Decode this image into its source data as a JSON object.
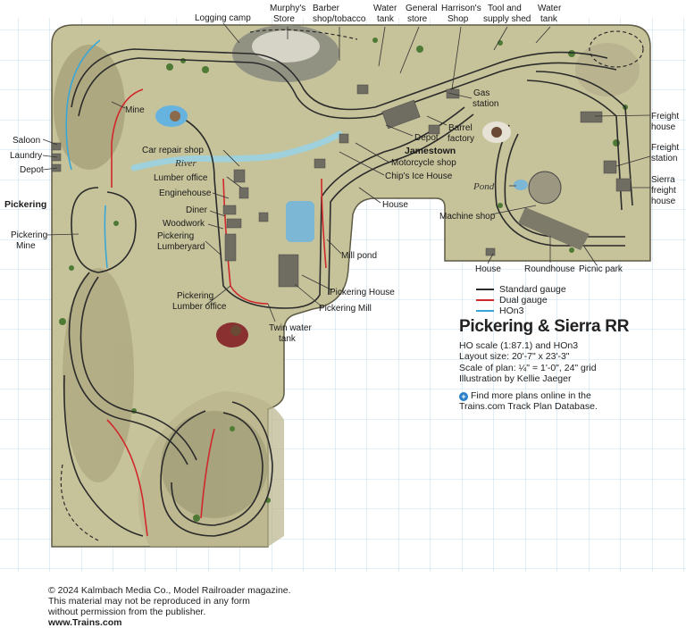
{
  "title": "Pickering & Sierra RR",
  "specs": [
    "HO scale (1:87.1) and HOn3",
    "Layout size: 20'-7\" x 23'-3\"",
    "Scale of plan: ¼\" = 1'-0\", 24\" grid",
    "Illustration by Kellie Jaeger"
  ],
  "link": {
    "text_line1": "Find more plans online in the",
    "text_line2": "Trains.com Track Plan Database."
  },
  "legend": [
    {
      "label": "Standard gauge",
      "color": "#2b2b2b"
    },
    {
      "label": "Dual gauge",
      "color": "#d0282b"
    },
    {
      "label": "HOn3",
      "color": "#39a7d6"
    }
  ],
  "copyright": {
    "line1": "© 2024 Kalmbach Media Co., Model Railroader magazine.",
    "line2": "This material may not be reproduced in any form",
    "line3": "without permission from the publisher.",
    "website": "www.Trains.com"
  },
  "labels": {
    "logging_camp": "Logging camp",
    "murphys_1": "Murphy's",
    "murphys_2": "Store",
    "barber_1": "Barber",
    "barber_2": "shop/tobacco",
    "water_tank_1a": "Water",
    "water_tank_1b": "tank",
    "general_1": "General",
    "general_2": "store",
    "harrisons_1": "Harrison's",
    "harrisons_2": "Shop",
    "tool_1": "Tool and",
    "tool_2": "supply shed",
    "water_tank_2a": "Water",
    "water_tank_2b": "tank",
    "mine": "Mine",
    "saloon": "Saloon",
    "laundry": "Laundry",
    "depot_left": "Depot",
    "pickering": "Pickering",
    "pickering_mine_1": "Pickering",
    "pickering_mine_2": "Mine",
    "car_repair": "Car repair shop",
    "river": "River",
    "lumber_office": "Lumber office",
    "enginehouse": "Enginehouse",
    "diner": "Diner",
    "woodwork": "Woodwork",
    "pickering_lumberyard_1": "Pickering",
    "pickering_lumberyard_2": "Lumberyard",
    "pickering_lumber_office_1": "Pickering",
    "pickering_lumber_office_2": "Lumber office",
    "twin_water_1": "Twin water",
    "twin_water_2": "tank",
    "pickering_mill": "Pickering Mill",
    "pickering_house": "Pickering House",
    "mill_pond": "Mill pond",
    "house_mid": "House",
    "chips_ice": "Chip's Ice House",
    "motorcycle": "Motorcycle shop",
    "depot_mid": "Depot",
    "jamestown": "Jamestown",
    "barrel_1": "Barrel",
    "barrel_2": "factory",
    "gas_1": "Gas",
    "gas_2": "station",
    "freight_house_1": "Freight",
    "freight_house_2": "house",
    "freight_station_1": "Freight",
    "freight_station_2": "station",
    "sierra_1": "Sierra",
    "sierra_2": "freight",
    "sierra_3": "house",
    "pond": "Pond",
    "machine_shop": "Machine shop",
    "house_right": "House",
    "roundhouse": "Roundhouse",
    "picnic": "Picnic park"
  }
}
